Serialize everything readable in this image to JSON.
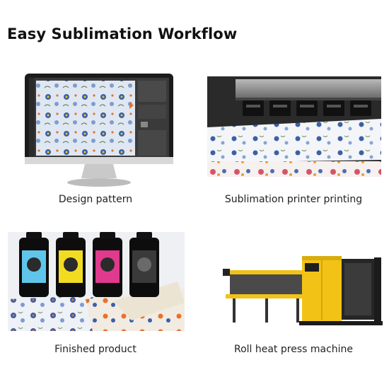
{
  "page": {
    "title": "Easy Sublimation Workflow"
  },
  "steps": [
    {
      "caption": "Design pattern",
      "icon": "monitor-design-image"
    },
    {
      "caption": "Sublimation printer printing",
      "icon": "printer-image"
    },
    {
      "caption": "Finished product",
      "icon": "ink-bottles-fabric-image"
    },
    {
      "caption": "Roll heat press machine",
      "icon": "heat-press-machine-image"
    }
  ],
  "colors": {
    "text": "#111111",
    "accent_yellow": "#f2c316",
    "monitor_frame": "#1b1b1b",
    "floral_blue": "#3d5fa6",
    "floral_orange": "#e8712b"
  }
}
